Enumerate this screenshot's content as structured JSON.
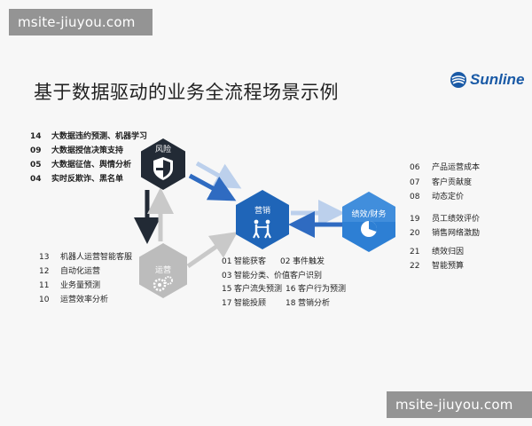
{
  "watermark": "msite-jiuyou.com",
  "title": "基于数据驱动的业务全流程场景示例",
  "logo": {
    "text": "Sunline"
  },
  "nodes": {
    "risk": "风险",
    "marketing": "营销",
    "operations": "运营",
    "performance": "绩效/财务"
  },
  "colors": {
    "dark_hex": "#222a35",
    "blue": "#1f65b8",
    "gray_hex": "#bcbcbc",
    "arrow_blue": "#2f6bc1",
    "arrow_light": "#bcd0ec"
  },
  "risk_list": [
    {
      "num": "14",
      "label": "大数据违约预测、机器学习"
    },
    {
      "num": "09",
      "label": "大数据授信决策支持"
    },
    {
      "num": "05",
      "label": "大数据征信、舆情分析"
    },
    {
      "num": "04",
      "label": "实时反欺诈、黑名单"
    }
  ],
  "ops_list": [
    {
      "num": "13",
      "label": "机器人运营智能客服"
    },
    {
      "num": "12",
      "label": "自动化运营"
    },
    {
      "num": "11",
      "label": "业务量预测"
    },
    {
      "num": "10",
      "label": "运营效率分析"
    }
  ],
  "perf_list": [
    {
      "num": "06",
      "label": "产品运营成本"
    },
    {
      "num": "07",
      "label": "客户贡献度"
    },
    {
      "num": "08",
      "label": "动态定价"
    },
    {
      "num": "19",
      "label": "员工绩效评价"
    },
    {
      "num": "20",
      "label": "销售网络激励"
    },
    {
      "num": "21",
      "label": "绩效归因"
    },
    {
      "num": "22",
      "label": "智能预算"
    }
  ],
  "marketing_list": [
    {
      "num": "01",
      "label": "智能获客",
      "num2": "02",
      "label2": "事件触发"
    },
    {
      "num": "03",
      "label": "智能分类、价值客户识别",
      "num2": "",
      "label2": ""
    },
    {
      "num": "15",
      "label": "客户流失预测",
      "num2": "16",
      "label2": "客户行为预测"
    },
    {
      "num": "17",
      "label": "智能投顾",
      "num2": "18",
      "label2": "营销分析"
    }
  ]
}
